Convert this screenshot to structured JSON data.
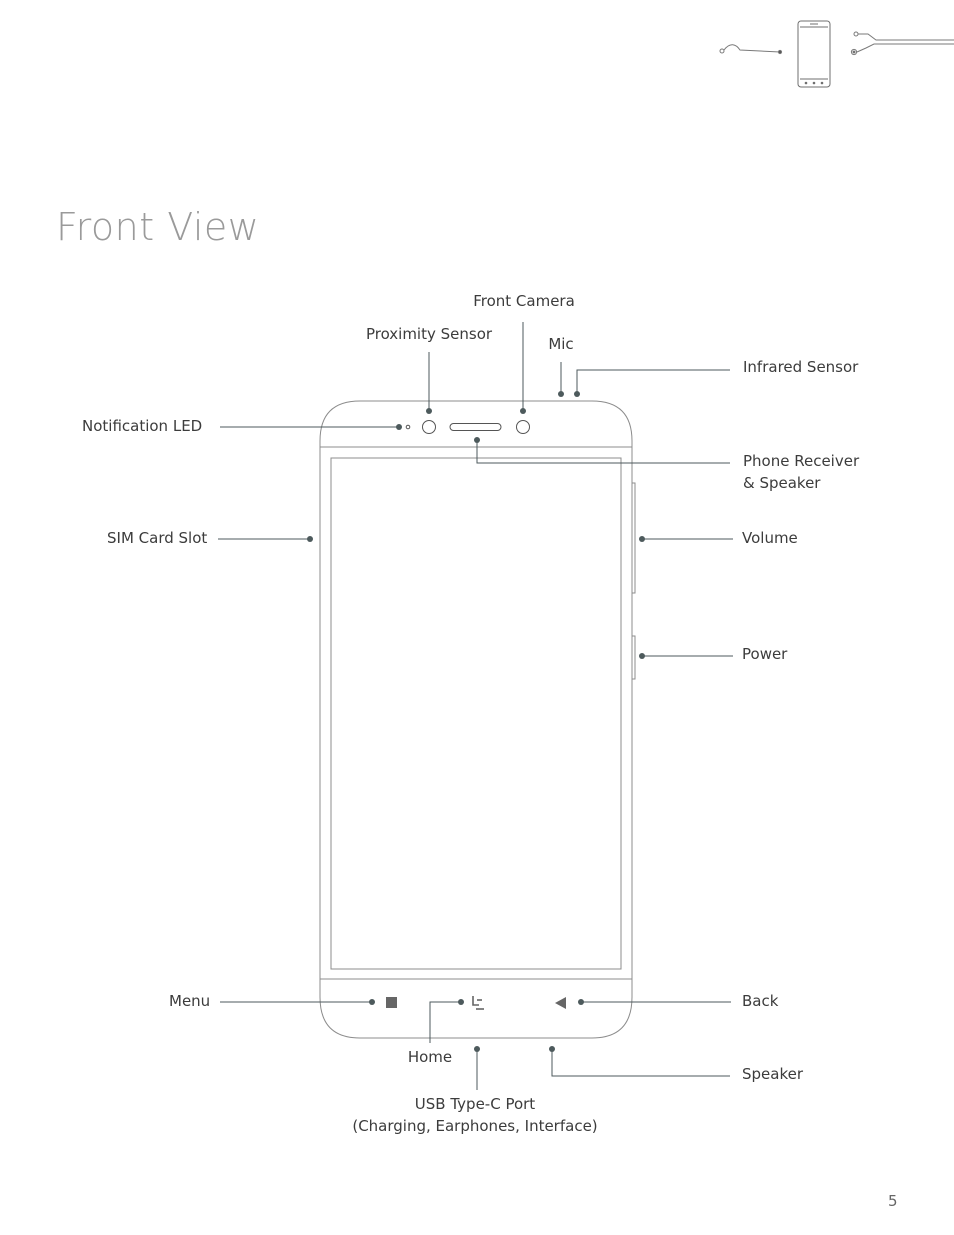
{
  "page": {
    "title": "Front View",
    "page_number": "5"
  },
  "labels": {
    "front_camera": "Front Camera",
    "proximity_sensor": "Proximity Sensor",
    "mic": "Mic",
    "infrared_sensor": "Infrared Sensor",
    "notification_led": "Notification LED",
    "phone_receiver_line1": "Phone Receiver",
    "phone_receiver_line2": "& Speaker",
    "sim_card_slot": "SIM Card Slot",
    "volume": "Volume",
    "power": "Power",
    "menu": "Menu",
    "back": "Back",
    "home": "Home",
    "speaker": "Speaker",
    "usb_line1": "USB Type-C Port",
    "usb_line2": "(Charging, Earphones, Interface)"
  },
  "colors": {
    "line": "#4d5a5c",
    "outline": "#8c8c8c",
    "title": "#9a9a9a"
  }
}
